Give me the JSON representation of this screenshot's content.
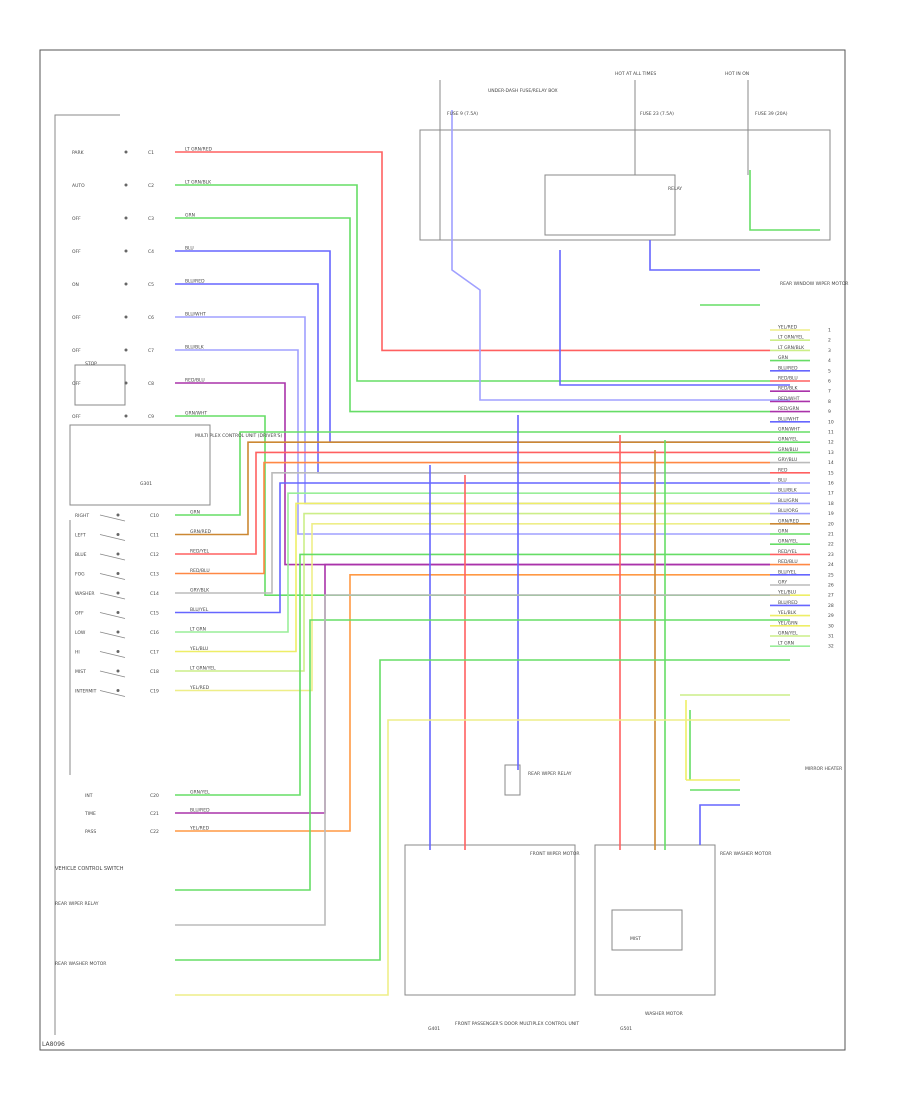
{
  "diagram": {
    "footer_code": "LA8096",
    "caption": "VEHICLE CONTROL SWITCH",
    "switches": [
      {
        "label": "PARK",
        "pin": "C1",
        "wire": "LT GRN/RED",
        "color": "#ff6060"
      },
      {
        "label": "AUTO",
        "pin": "C2",
        "wire": "LT GRN/BLK",
        "color": "#66dd66"
      },
      {
        "label": "OFF",
        "pin": "C3",
        "wire": "GRN",
        "color": "#66dd66"
      },
      {
        "label": "OFF",
        "pin": "C4",
        "wire": "BLU",
        "color": "#6666ff"
      },
      {
        "label": "ON",
        "pin": "C5",
        "wire": "BLU/RED",
        "color": "#6666ff"
      },
      {
        "label": "OFF",
        "pin": "C6",
        "wire": "BLU/WHT",
        "color": "#a0a0ff"
      },
      {
        "label": "OFF",
        "pin": "C7",
        "wire": "BLU/BLK",
        "color": "#a0a0ff"
      },
      {
        "label": "OFF",
        "pin": "C8",
        "wire": "RED/BLU",
        "color": "#aa33aa"
      },
      {
        "label": "OFF",
        "pin": "C9",
        "wire": "GRN/WHT",
        "color": "#66dd66"
      }
    ],
    "mid_switches": [
      {
        "label": "RIGHT",
        "pin": "C10",
        "wire": "GRN",
        "color": "#66dd66"
      },
      {
        "label": "LEFT",
        "pin": "C11",
        "wire": "GRN/RED",
        "color": "#cc8833"
      },
      {
        "label": "BLUE",
        "pin": "C12",
        "wire": "RED/YEL",
        "color": "#ff6060"
      },
      {
        "label": "FOG",
        "pin": "C13",
        "wire": "RED/BLU",
        "color": "#ff8844"
      },
      {
        "label": "WASHER",
        "pin": "C14",
        "wire": "GRY/BLK",
        "color": "#bbbbbb"
      },
      {
        "label": "OFF",
        "pin": "C15",
        "wire": "BLU/YEL",
        "color": "#6666ff"
      },
      {
        "label": "LOW",
        "pin": "C16",
        "wire": "LT GRN",
        "color": "#99ee99"
      },
      {
        "label": "HI",
        "pin": "C17",
        "wire": "YEL/BLU",
        "color": "#eeee66"
      },
      {
        "label": "MIST",
        "pin": "C18",
        "wire": "LT GRN/YEL",
        "color": "#ccee88"
      },
      {
        "label": "INTERMIT",
        "pin": "C19",
        "wire": "YEL/RED",
        "color": "#eeee88"
      }
    ],
    "low_switches": [
      {
        "label": "INT",
        "pin": "C20",
        "wire": "GRN/YEL",
        "color": "#66dd66"
      },
      {
        "label": "TIME",
        "pin": "C21",
        "wire": "BLU/RED",
        "color": "#aa33aa"
      },
      {
        "label": "PASS",
        "pin": "C22",
        "wire": "YEL/RED",
        "color": "#ff9944"
      }
    ],
    "right_wires": [
      {
        "label": "YEL/RED",
        "color": "#eeee88"
      },
      {
        "label": "LT GRN/YEL",
        "color": "#ccee88"
      },
      {
        "label": "LT GRN/BLK",
        "color": "#ccee88"
      },
      {
        "label": "GRN",
        "color": "#66dd66"
      },
      {
        "label": "BLU/RED",
        "color": "#6666ff"
      },
      {
        "label": "RED/BLU",
        "color": "#ff6060"
      },
      {
        "label": "RED/BLK",
        "color": "#aa33aa"
      },
      {
        "label": "RED/WHT",
        "color": "#aa33aa"
      },
      {
        "label": "RED/GRN",
        "color": "#aa33aa"
      },
      {
        "label": "BLU/WHT",
        "color": "#6666ff"
      },
      {
        "label": "GRN/WHT",
        "color": "#66dd66"
      },
      {
        "label": "GRN/YEL",
        "color": "#66dd66"
      },
      {
        "label": "GRN/BLU",
        "color": "#66dd66"
      },
      {
        "label": "GRY/BLU",
        "color": "#bbbbbb"
      },
      {
        "label": "RED",
        "color": "#ff6060"
      },
      {
        "label": "BLU",
        "color": "#a0a0ff"
      },
      {
        "label": "BLU/BLK",
        "color": "#a0a0ff"
      },
      {
        "label": "BLU/GRN",
        "color": "#a0a0ff"
      },
      {
        "label": "BLU/ORG",
        "color": "#a0a0ff"
      },
      {
        "label": "GRN/RED",
        "color": "#cc8833"
      },
      {
        "label": "GRN",
        "color": "#66dd66"
      },
      {
        "label": "GRN/YEL",
        "color": "#66dd66"
      },
      {
        "label": "RED/YEL",
        "color": "#ff6060"
      },
      {
        "label": "RED/BLU",
        "color": "#ff8844"
      },
      {
        "label": "BLU/YEL",
        "color": "#6666ff"
      },
      {
        "label": "GRY",
        "color": "#bbbbbb"
      },
      {
        "label": "YEL/BLU",
        "color": "#eeee66"
      },
      {
        "label": "BLU/RED",
        "color": "#6666ff"
      },
      {
        "label": "YEL/BLK",
        "color": "#eeee66"
      },
      {
        "label": "YEL/GRN",
        "color": "#eeee66"
      },
      {
        "label": "GRN/YEL",
        "color": "#ccee88"
      },
      {
        "label": "LT GRN",
        "color": "#99ee99"
      }
    ],
    "top_components": [
      {
        "label": "UNDER-DASH FUSE/RELAY BOX"
      },
      {
        "label": "HOT AT ALL TIMES"
      },
      {
        "label": "HOT IN ON"
      }
    ],
    "labels": {
      "ctrl_unit": "MULTI PLEX CONTROL UNIT (DRIVER'S)",
      "fuse_1": "FUSE 9 (7.5A)",
      "fuse_2": "FUSE 23 (7.5A)",
      "fuse_3": "FUSE 39 (20A)",
      "relay": "RELAY",
      "rear_wiper": "REAR WINDOW WIPER MOTOR",
      "rw_relay": "REAR WIPER RELAY",
      "rear_washer": "REAR WASHER MOTOR",
      "front_wiper": "FRONT WIPER MOTOR",
      "washer_motor": "WASHER MOTOR",
      "mirror_heater": "MIRROR HEATER",
      "front_pass": "FRONT PASSENGER'S DOOR MULTIPLEX CONTROL UNIT",
      "g401": "G401",
      "g501": "G501",
      "g301": "G301",
      "stop_label": "STOP",
      "mist": "MIST"
    }
  }
}
